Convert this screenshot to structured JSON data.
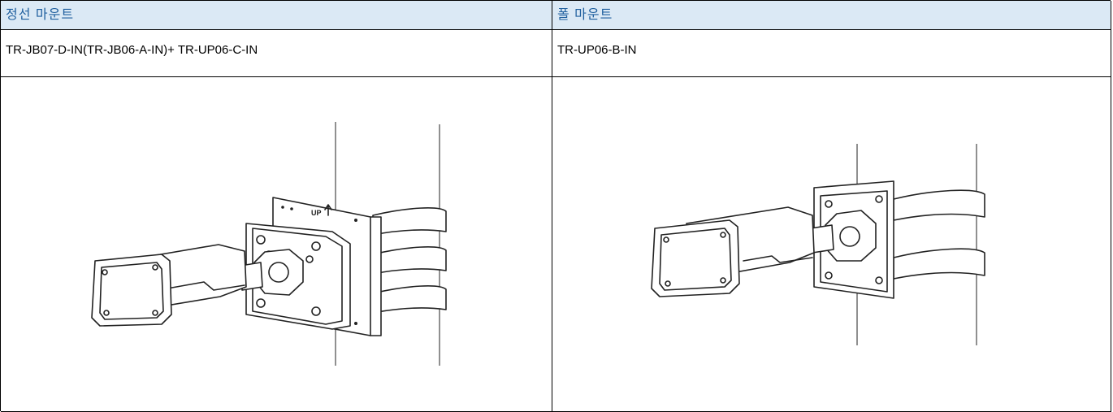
{
  "table": {
    "columns": [
      {
        "header": "정선 마운트",
        "model": "TR-JB07-D-IN(TR-JB06-A-IN)+ TR-UP06-C-IN",
        "illustration": "camera-pole-mount-with-junction-box",
        "bracket_label": "UP"
      },
      {
        "header": "폴 마운트",
        "model": "TR-UP06-B-IN",
        "illustration": "camera-pole-mount"
      }
    ]
  },
  "colors": {
    "header_bg": "#dbe9f5",
    "header_text": "#1f5f9e",
    "border": "#000000"
  }
}
